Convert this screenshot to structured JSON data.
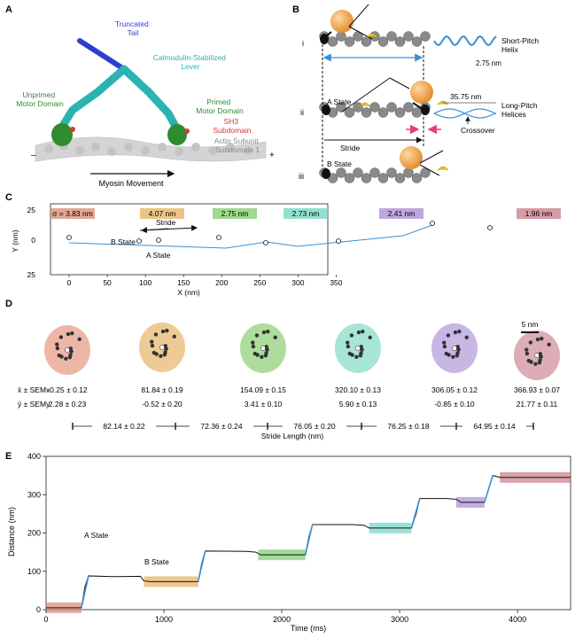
{
  "panels": {
    "A": {
      "label": "A",
      "truncated_tail": [
        "Truncated",
        "Tail"
      ],
      "lever": [
        "Calmodulin-Stabilized",
        "Lever"
      ],
      "unprimed": [
        "Unprimed",
        "Motor Domain"
      ],
      "primed": [
        "Primed",
        "Motor Domain"
      ],
      "sh3": [
        "SH3",
        "Subdomain"
      ],
      "actin": [
        "Actin Subunit",
        "Subdomain 1"
      ],
      "minus": "–",
      "plus": "+",
      "movement": "Myosin Movement",
      "colors": {
        "tail": "#2a3fd0",
        "lever": "#2bb3b1",
        "motor": "#2e8b2e",
        "sh3": "#d23a3a",
        "actin": "#cfcfcf"
      }
    },
    "B": {
      "label": "B",
      "row_labels": [
        "i",
        "ii",
        "iii"
      ],
      "short_pitch": [
        "Short-Pitch",
        "Helix"
      ],
      "short_pitch_value": "2.75 nm",
      "a_state": "A State",
      "long_pitch_value": "35.75 nm",
      "long_pitch": [
        "Long-Pitch",
        "Helices"
      ],
      "crossover": "Crossover",
      "stride": "Stride",
      "b_state": "B State"
    },
    "C": {
      "label": "C",
      "sigma_labels": [
        {
          "text": "σ = 3.83 nm",
          "color": "#d9896f"
        },
        {
          "text": "4.07 nm",
          "color": "#e6b15e"
        },
        {
          "text": "2.75 nm",
          "color": "#7ccc6a"
        },
        {
          "text": "2.73 nm",
          "color": "#6fd6c2"
        },
        {
          "text": "2.41 nm",
          "color": "#a88ad6"
        },
        {
          "text": "1.96 nm",
          "color": "#c97b86"
        }
      ],
      "stride": "Stride",
      "b_state": "B State",
      "a_state": "A State",
      "ylabel": "Y (nm)",
      "xlabel": "X (nm)",
      "yticks": [
        "25",
        "0",
        "25"
      ],
      "xticks": [
        "0",
        "50",
        "100",
        "150",
        "200",
        "250",
        "300",
        "350"
      ]
    },
    "D": {
      "label": "D",
      "scale_bar": "5 nm",
      "x_label": "x̄ ± SEMx",
      "y_label": "ȳ ± SEMy",
      "clusters": [
        {
          "x": "-0.25 ± 0.12",
          "y": "2.28 ± 0.23",
          "color": "#e07a5f"
        },
        {
          "x": "81.84 ± 0.19",
          "y": "-0.52 ± 0.20",
          "color": "#e0a040"
        },
        {
          "x": "154.09 ± 0.15",
          "y": "3.41 ± 0.10",
          "color": "#6cc04a"
        },
        {
          "x": "320.10 ± 0.13",
          "y": "5.90 ± 0.13",
          "color": "#5fcfb5"
        },
        {
          "x": "306.05 ± 0.12",
          "y": "-0.85 ± 0.10",
          "color": "#9a7ad0"
        },
        {
          "x": "366.93 ± 0.07",
          "y": "21.77 ± 0.11",
          "color": "#c06a78"
        }
      ],
      "strides": [
        "82.14 ± 0.22",
        "72.36 ± 0.24",
        "76.05 ± 0.20",
        "76.25 ± 0.18",
        "64.95 ± 0.14"
      ],
      "stride_axis": "Stride Length (nm)"
    },
    "E": {
      "label": "E",
      "a_state": "A State",
      "b_state": "B State"
    }
  },
  "chart_data": {
    "type": "line",
    "xlabel": "Time (ms)",
    "ylabel": "Distance (nm)",
    "xlim": [
      0,
      4450
    ],
    "ylim": [
      0,
      400
    ],
    "xticks": [
      0,
      1000,
      2000,
      3000,
      4000
    ],
    "yticks": [
      0,
      100,
      200,
      300,
      400
    ],
    "series": [
      {
        "color": "#111111",
        "x": [
          0,
          300,
          330,
          360,
          600,
          800,
          830,
          880,
          1200,
          1290,
          1320,
          1350,
          1700,
          1780,
          1820,
          2050,
          2200,
          2230,
          2260,
          2600,
          2700,
          2740,
          3100,
          3140,
          3170,
          3400,
          3480,
          3520,
          3720,
          3760,
          3790,
          3850,
          4450
        ],
        "y": [
          5,
          5,
          60,
          88,
          86,
          87,
          75,
          73,
          73,
          73,
          120,
          153,
          152,
          150,
          143,
          143,
          143,
          190,
          222,
          222,
          220,
          213,
          213,
          250,
          290,
          290,
          288,
          280,
          280,
          320,
          350,
          345,
          345
        ]
      }
    ],
    "state_bands": [
      {
        "x0": 0,
        "x1": 300,
        "y": 5,
        "color": "#d9896f"
      },
      {
        "x0": 830,
        "x1": 1290,
        "y": 73,
        "color": "#e6b15e"
      },
      {
        "x0": 1800,
        "x1": 2200,
        "y": 143,
        "color": "#7ccc6a"
      },
      {
        "x0": 2740,
        "x1": 3100,
        "y": 213,
        "color": "#6fd6c2"
      },
      {
        "x0": 3480,
        "x1": 3720,
        "y": 280,
        "color": "#a88ad6"
      },
      {
        "x0": 3850,
        "x1": 4450,
        "y": 345,
        "color": "#c97b86"
      }
    ],
    "transitions": [
      {
        "x0": 300,
        "x1": 360,
        "y0": 5,
        "y1": 88
      },
      {
        "x0": 1290,
        "x1": 1350,
        "y0": 73,
        "y1": 153
      },
      {
        "x0": 2200,
        "x1": 2260,
        "y0": 143,
        "y1": 222
      },
      {
        "x0": 3100,
        "x1": 3170,
        "y0": 213,
        "y1": 290
      },
      {
        "x0": 3720,
        "x1": 3790,
        "y0": 280,
        "y1": 350
      }
    ]
  }
}
